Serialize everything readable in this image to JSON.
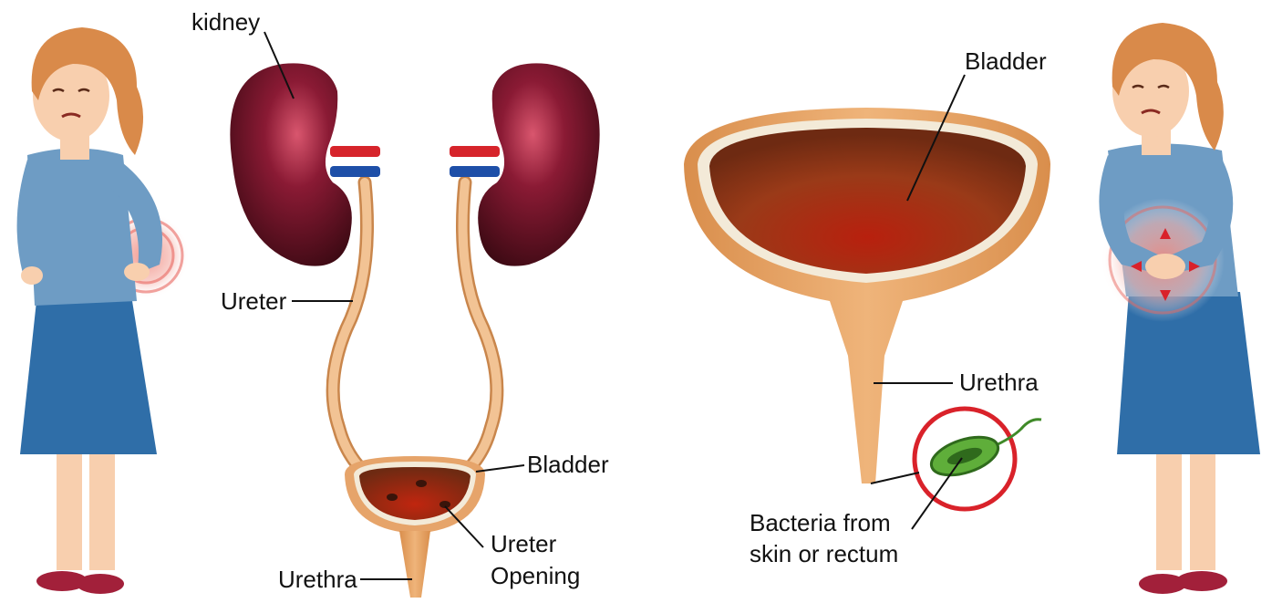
{
  "labels": {
    "kidney": "kidney",
    "ureter": "Ureter",
    "bladder_small": "Bladder",
    "ureter_opening_line1": "Ureter",
    "ureter_opening_line2": "Opening",
    "urethra_small": "Urethra",
    "bladder_large": "Bladder",
    "urethra_large": "Urethra",
    "bacteria_line1": "Bacteria from",
    "bacteria_line2": "skin or rectum"
  },
  "colors": {
    "kidney_dark": "#3a0a14",
    "kidney_mid": "#6e1226",
    "kidney_light": "#c2405a",
    "ureter": "#e8b07f",
    "bladder_rim": "#e6a46a",
    "bladder_lining": "#f3ead8",
    "bladder_inside": "#a32a12",
    "artery": "#d6242b",
    "vein": "#1e4fa8",
    "bacteria": "#5fae3a",
    "highlight_circle": "#d9222a",
    "pain_glow": "#e8605a",
    "hair": "#d98a4a",
    "skin": "#f8cfae",
    "top": "#6e9cc4",
    "skirt": "#2f6ea8",
    "shoes": "#a2203a"
  }
}
